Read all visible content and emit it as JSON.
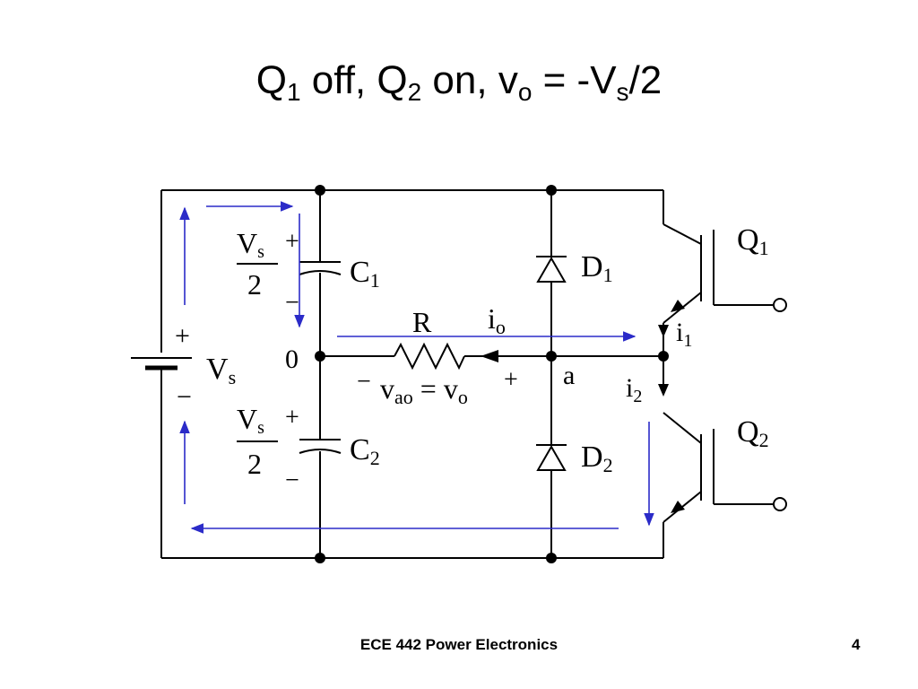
{
  "slide": {
    "title": {
      "q1": "Q",
      "q1_sub": "1",
      "q1_state": " off, ",
      "q2": "Q",
      "q2_sub": "2",
      "q2_state": " on, ",
      "vo": "v",
      "vo_sub": "o",
      "eq": " = -V",
      "vs_sub": "s",
      "tail": "/2"
    },
    "footer": "ECE 442 Power Electronics",
    "page_number": "4"
  },
  "circuit": {
    "source_label": "V",
    "source_sub": "s",
    "plus": "+",
    "minus": "−",
    "cap1_label": "C",
    "cap1_sub": "1",
    "cap2_label": "C",
    "cap2_sub": "2",
    "frac_num": "V",
    "frac_num_sub": "s",
    "frac_den": "2",
    "node_zero": "0",
    "node_a": "a",
    "resistor_label": "R",
    "io_label": "i",
    "io_sub": "o",
    "vao_label": "v",
    "vao_sub": "ao",
    "vao_eq": " = v",
    "vao_sub2": "o",
    "d1_label": "D",
    "d1_sub": "1",
    "d2_label": "D",
    "d2_sub": "2",
    "q1_label": "Q",
    "q1_sub": "1",
    "q2_label": "Q",
    "q2_sub": "2",
    "i1_label": "i",
    "i1_sub": "1",
    "i2_label": "i",
    "i2_sub": "2",
    "arrow_color": "#2b2bc8"
  }
}
